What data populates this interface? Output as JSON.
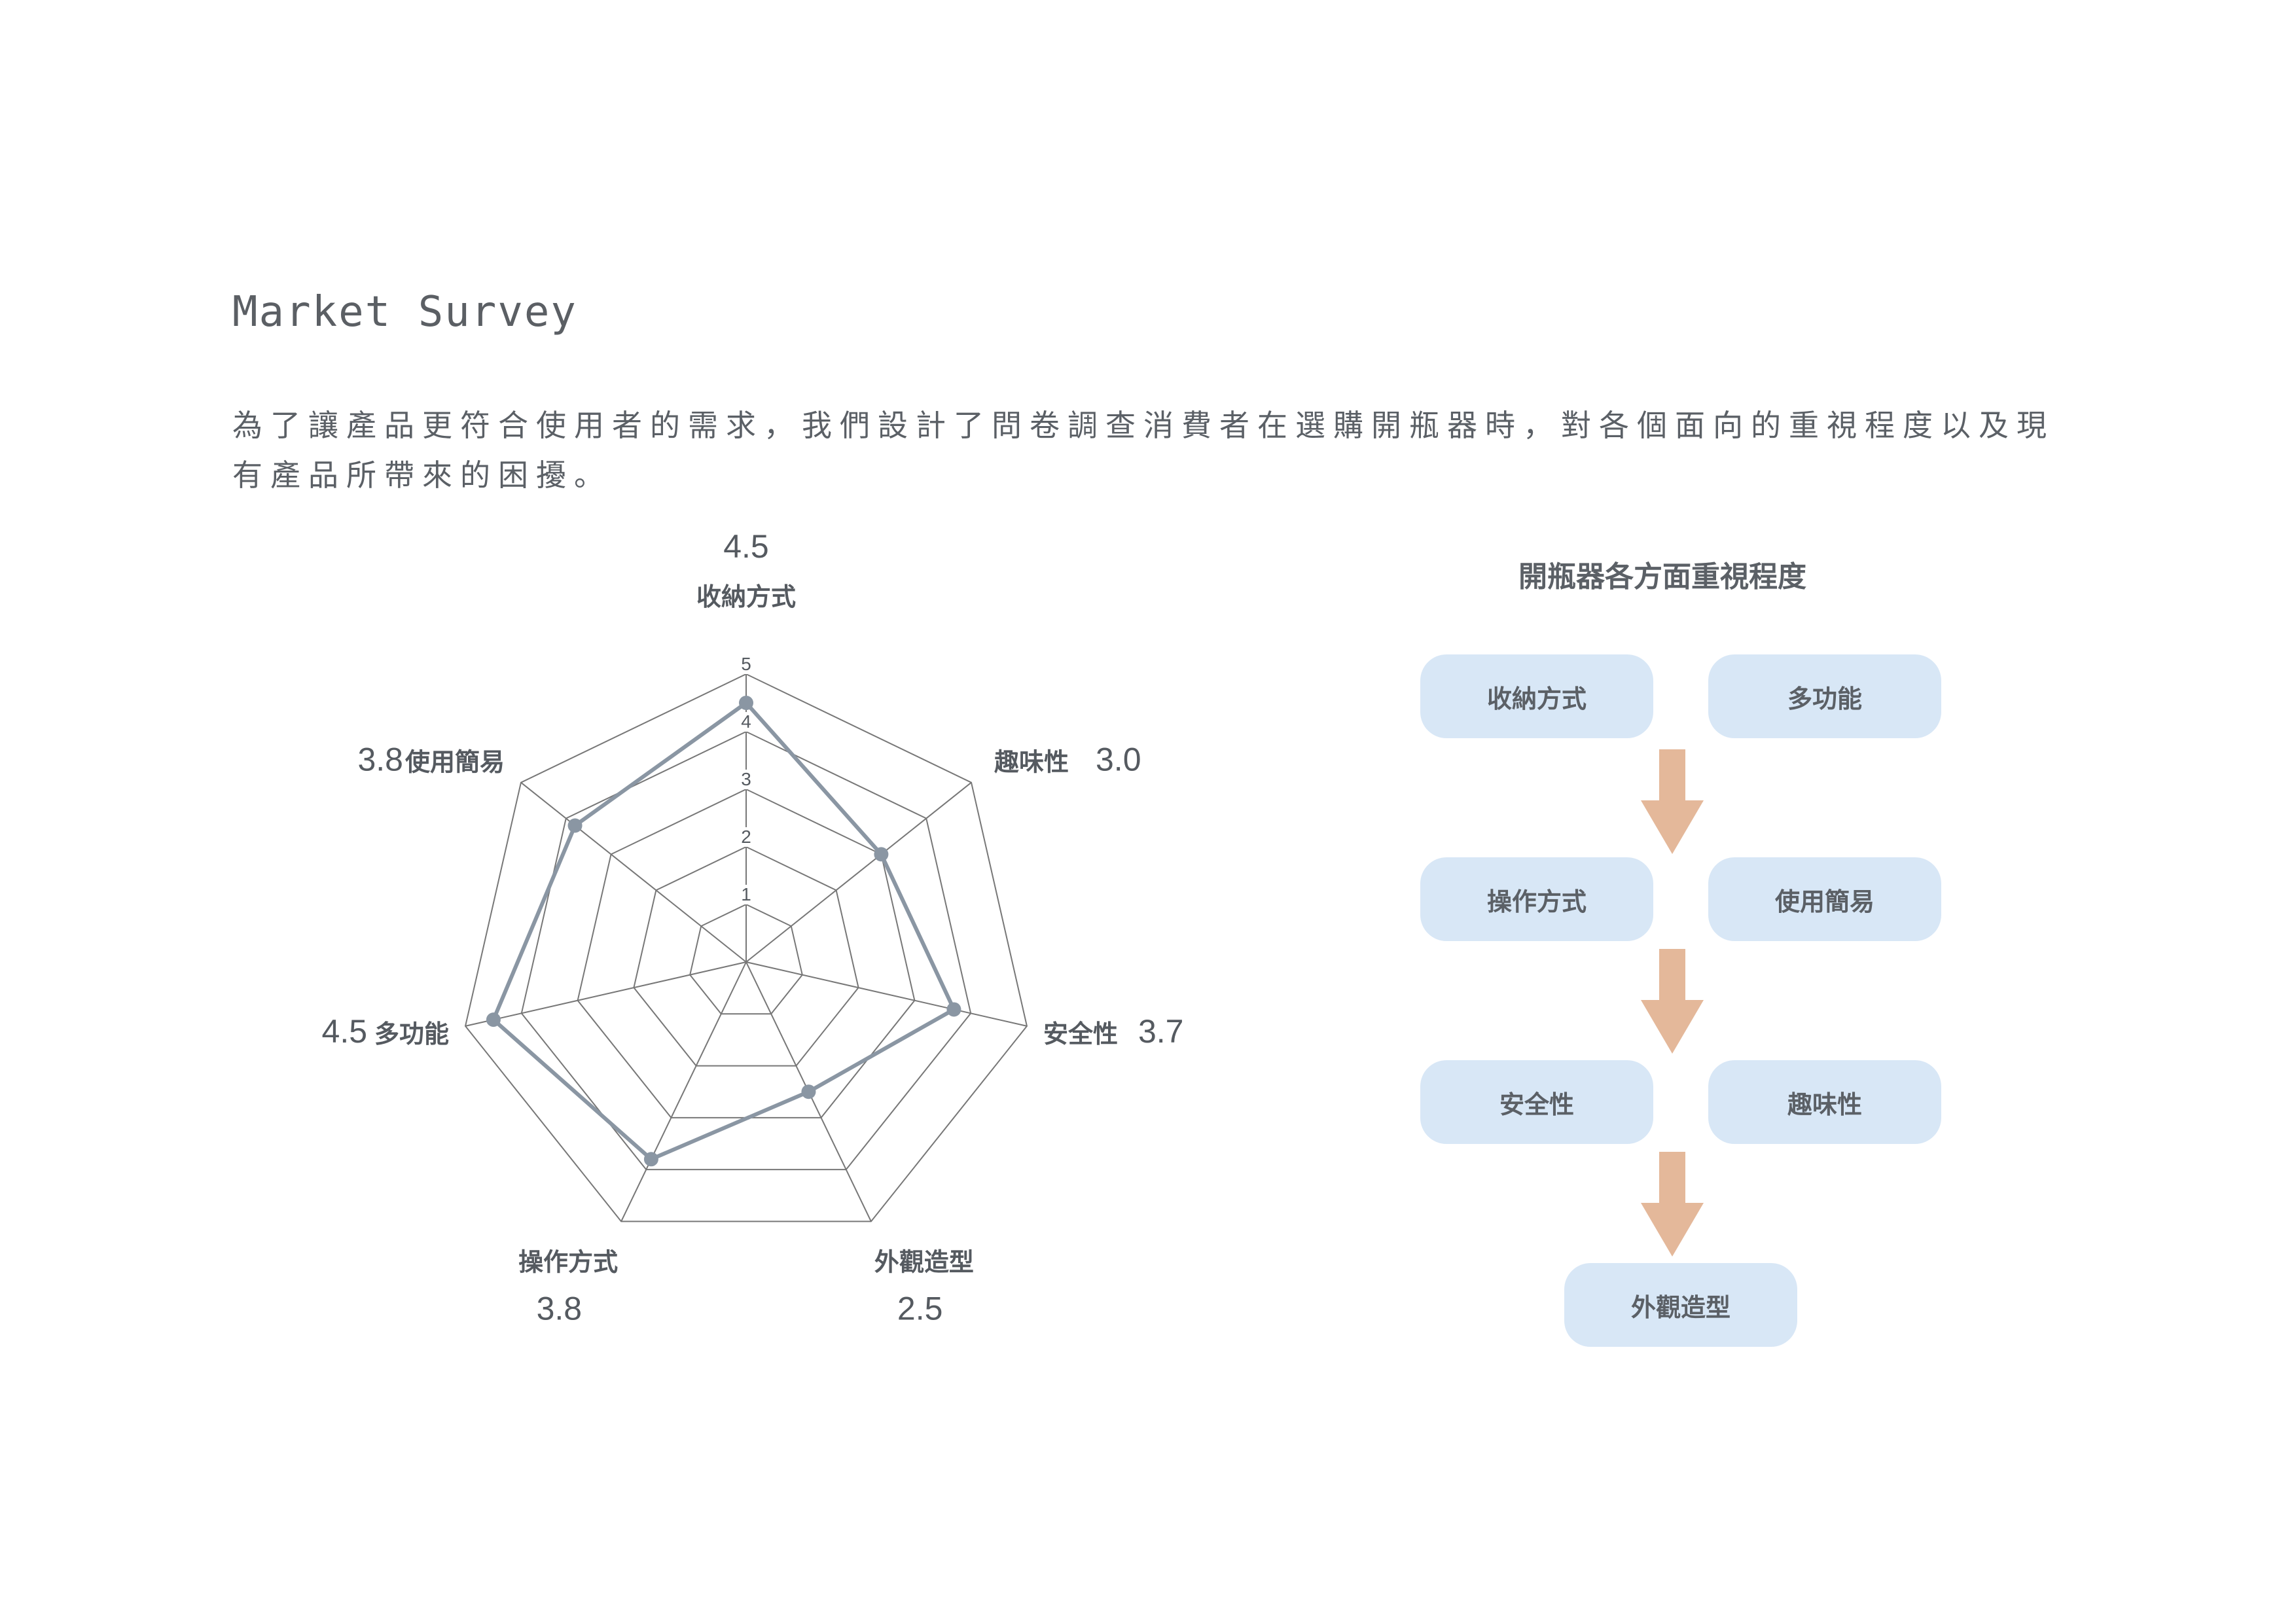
{
  "page": {
    "title": "Market Survey",
    "intro_lines": [
      "為了讓產品更符合使用者的需求，我們設計了問卷調查消費者在選購開瓶器時，對各個面向的重視程度以及現",
      "有產品所帶來的困擾。"
    ]
  },
  "chart_data": {
    "type": "radar",
    "categories": [
      "收納方式",
      "趣味性",
      "安全性",
      "外觀造型",
      "操作方式",
      "多功能",
      "使用簡易"
    ],
    "values": [
      4.5,
      3.0,
      3.7,
      2.5,
      3.8,
      4.5,
      3.8
    ],
    "value_labels": [
      "4.5",
      "3.0",
      "3.7",
      "2.5",
      "3.8",
      "4.5",
      "3.8"
    ],
    "rlim": [
      0,
      5
    ],
    "ticks": [
      "1",
      "2",
      "3",
      "4",
      "5"
    ],
    "grid": true,
    "colors": {
      "series": "#8a96a3",
      "grid": "#777777"
    }
  },
  "flow": {
    "title": "開瓶器各方面重視程度",
    "rows": [
      [
        "收納方式",
        "多功能"
      ],
      [
        "操作方式",
        "使用簡易"
      ],
      [
        "安全性",
        "趣味性"
      ],
      [
        "外觀造型"
      ]
    ],
    "colors": {
      "pill": "#d8e7f6",
      "arrow": "#e4b89a"
    }
  }
}
